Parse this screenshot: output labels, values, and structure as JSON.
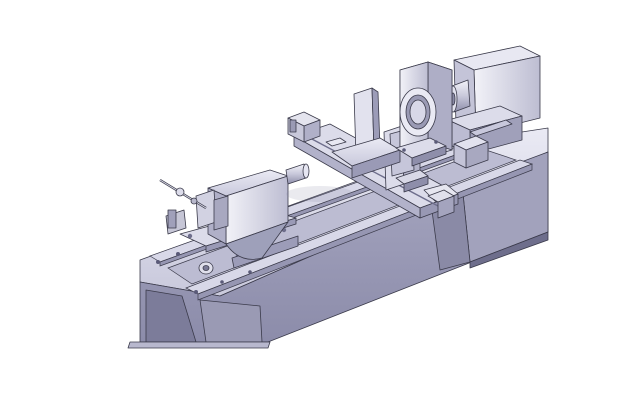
{
  "scene": {
    "subject": "lathe-cad-model",
    "colors": {
      "background": "#ffffff",
      "metal_light": "#e2e2ee",
      "metal_mid": "#b4b4cc",
      "metal_dark": "#8a8aa6",
      "metal_shadow": "#6e6e8c",
      "rail": "#c8c8dc",
      "outline": "#3a3a4a",
      "motor": "#c6c6d6"
    },
    "icons": [
      "lathe-bed",
      "guide-rail",
      "carriage",
      "tool-post",
      "headstock",
      "chuck",
      "tailstock",
      "servo-motor"
    ]
  }
}
